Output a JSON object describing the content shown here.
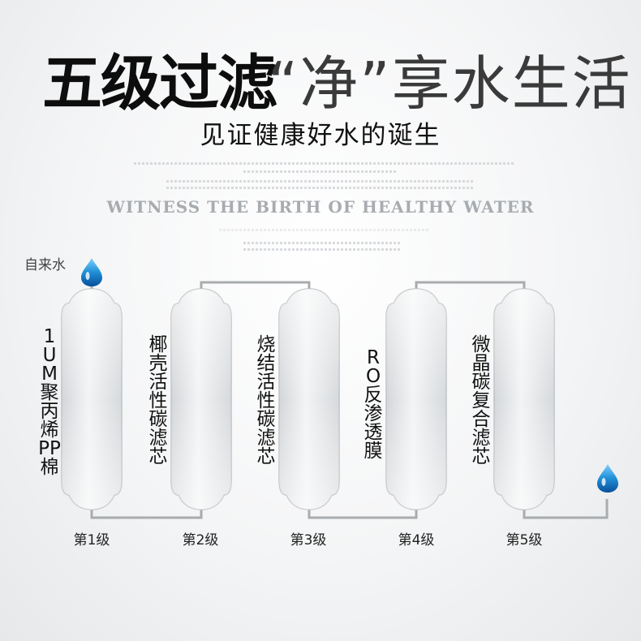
{
  "headline": {
    "bold": "五级过滤",
    "light": "“净”享水生活"
  },
  "subtitle": "见证健康好水的诞生",
  "english_title": "WITNESS THE BIRTH OF HEALTHY WATER",
  "source_label": "自来水",
  "stages": [
    {
      "label": "第1级",
      "filter": "1UM聚丙烯PP棉"
    },
    {
      "label": "第2级",
      "filter": "椰壳活性碳滤芯"
    },
    {
      "label": "第3级",
      "filter": "烧结活性碳滤芯"
    },
    {
      "label": "第4级",
      "filter": "RO反渗透膜"
    },
    {
      "label": "第5级",
      "filter": "微晶碳复合滤芯"
    }
  ],
  "colors": {
    "pipe": "#a9acae",
    "drop_top": "#1f8fd6",
    "drop_dark": "#0a4f9a"
  },
  "icons": {
    "water_drop": "water-drop-icon"
  }
}
